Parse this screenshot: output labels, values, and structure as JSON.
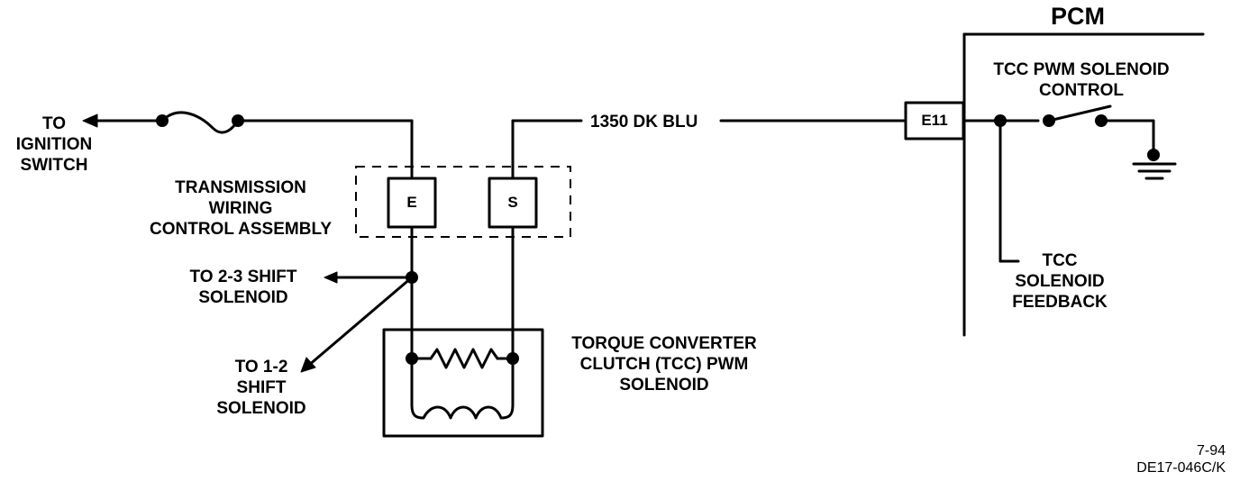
{
  "labels": {
    "pcm": "PCM",
    "tcc_pwm_control": [
      "TCC PWM SOLENOID",
      "CONTROL"
    ],
    "wire": "1350 DK BLU",
    "connector": "E11",
    "to_ignition": [
      "TO",
      "IGNITION",
      "SWITCH"
    ],
    "assembly": [
      "TRANSMISSION",
      "WIRING",
      "CONTROL ASSEMBLY"
    ],
    "pin_e": "E",
    "pin_s": "S",
    "to_23": [
      "TO 2-3 SHIFT",
      "SOLENOID"
    ],
    "to_12": [
      "TO 1-2",
      "SHIFT",
      "SOLENOID"
    ],
    "tcc_solenoid": [
      "TORQUE CONVERTER",
      "CLUTCH (TCC) PWM",
      "SOLENOID"
    ],
    "tcc_feedback": [
      "TCC",
      "SOLENOID",
      "FEEDBACK"
    ],
    "ref_date": "7-94",
    "ref_code": "DE17-046C/K"
  }
}
